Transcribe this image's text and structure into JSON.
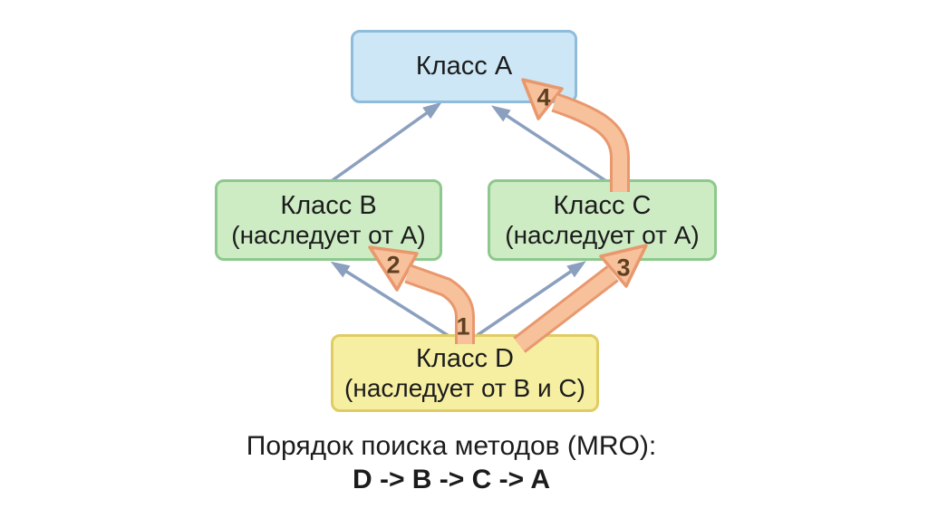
{
  "diagram": {
    "nodes": [
      {
        "id": "A",
        "title": "Класс A",
        "subtitle": "",
        "fill": "#cde7f6",
        "border": "#8fbcda"
      },
      {
        "id": "B",
        "title": "Класс B",
        "subtitle": "(наследует от A)",
        "fill": "#cdecc4",
        "border": "#8ec88e"
      },
      {
        "id": "C",
        "title": "Класс C",
        "subtitle": "(наследует от A)",
        "fill": "#cdecc4",
        "border": "#8ec88e"
      },
      {
        "id": "D",
        "title": "Класс D",
        "subtitle": "(наследует от B и C)",
        "fill": "#f6efa2",
        "border": "#e0cc64"
      }
    ],
    "inheritance_edges": [
      {
        "from": "B",
        "to": "A"
      },
      {
        "from": "C",
        "to": "A"
      },
      {
        "from": "D",
        "to": "B"
      },
      {
        "from": "D",
        "to": "C"
      }
    ],
    "mro_steps": [
      {
        "step": "1",
        "node": "D"
      },
      {
        "step": "2",
        "node": "B"
      },
      {
        "step": "3",
        "node": "C"
      },
      {
        "step": "4",
        "node": "A"
      }
    ],
    "colors": {
      "inheritance_arrow": "#8ba0bf",
      "mro_arrow_fill": "#f7c19b",
      "mro_arrow_outline": "#e9986e",
      "step_number": "#5e4023",
      "text": "#1c1c1c",
      "background": "#ffffff"
    }
  },
  "caption": {
    "line1": "Порядок поиска методов (MRO):",
    "line2": "D -> B -> C -> A"
  }
}
